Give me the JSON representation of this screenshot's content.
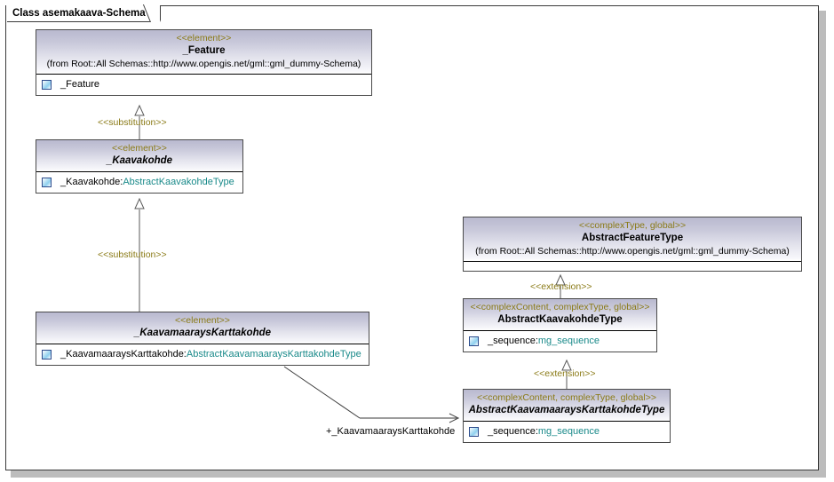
{
  "frame": {
    "title": "Class asemakaava-Schema"
  },
  "colors": {
    "stereotype": "#8a7a16",
    "type_text": "#1a8a8a",
    "header_top": "#b9b9cf",
    "header_bottom": "#ffffff",
    "border": "#4a4a4a",
    "shadow": "#bcbcbc"
  },
  "classes": [
    {
      "id": "feature",
      "stereotype": "<<element>>",
      "name": "_Feature",
      "from": "(from Root::All Schemas::http://www.opengis.net/gml::gml_dummy-Schema)",
      "attributes": [
        {
          "icon": "attribute-icon",
          "name": "_Feature",
          "type": ""
        }
      ]
    },
    {
      "id": "kaavakohde",
      "stereotype": "<<element>>",
      "name": "_Kaavakohde",
      "from": "",
      "attributes": [
        {
          "icon": "attribute-icon",
          "name": "_Kaavakohde:",
          "type": "AbstractKaavakohdeType"
        }
      ]
    },
    {
      "id": "kaavamaarays",
      "stereotype": "<<element>>",
      "name": "_KaavamaaraysKarttakohde",
      "from": "",
      "attributes": [
        {
          "icon": "attribute-icon",
          "name": "_KaavamaaraysKarttakohde:",
          "type": "AbstractKaavamaaraysKarttakohdeType"
        }
      ]
    },
    {
      "id": "abstractfeaturetype",
      "stereotype": "<<complexType, global>>",
      "name": "AbstractFeatureType",
      "from": "(from Root::All Schemas::http://www.opengis.net/gml::gml_dummy-Schema)",
      "attributes": []
    },
    {
      "id": "abstractkaavakohdetype",
      "stereotype": "<<complexContent, complexType, global>>",
      "name": "AbstractKaavakohdeType",
      "from": "",
      "attributes": [
        {
          "icon": "attribute-icon",
          "name": "_sequence:",
          "type": "mg_sequence"
        }
      ]
    },
    {
      "id": "abstractkaavamaaraystype",
      "stereotype": "<<complexContent, complexType, global>>",
      "name": "AbstractKaavamaaraysKarttakohdeType",
      "from": "",
      "attributes": [
        {
          "icon": "attribute-icon",
          "name": "_sequence:",
          "type": "mg_sequence"
        }
      ]
    }
  ],
  "connectors": [
    {
      "id": "sub1",
      "label": "<<substitution>>",
      "kind": "generalization"
    },
    {
      "id": "sub2",
      "label": "<<substitution>>",
      "kind": "generalization"
    },
    {
      "id": "ext1",
      "label": "<<extension>>",
      "kind": "generalization"
    },
    {
      "id": "ext2",
      "label": "<<extension>>",
      "kind": "generalization"
    },
    {
      "id": "assoc1",
      "label": "+_KaavamaaraysKarttakohde",
      "kind": "association"
    }
  ]
}
